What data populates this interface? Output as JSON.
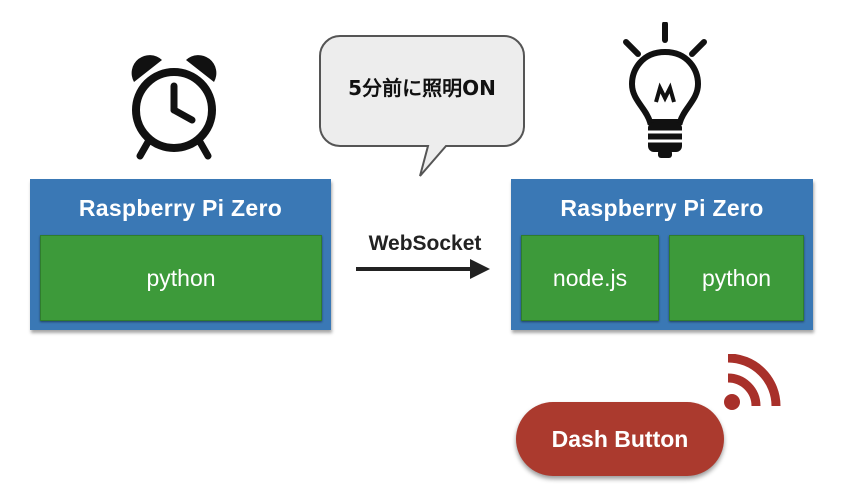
{
  "left_device": {
    "title": "Raspberry Pi Zero",
    "modules": [
      "python"
    ]
  },
  "right_device": {
    "title": "Raspberry Pi Zero",
    "modules": [
      "node.js",
      "python"
    ]
  },
  "speech_bubble": "5分前に照明ON",
  "connection_label": "WebSocket",
  "dash_button_label": "Dash Button",
  "icons": {
    "left": "alarm-clock-icon",
    "right": "light-bulb-icon",
    "signal": "wifi-signal-icon"
  },
  "colors": {
    "device": "#3a78b5",
    "module": "#3d9a3a",
    "dash_button": "#ab3a2e",
    "signal": "#a8302a"
  }
}
